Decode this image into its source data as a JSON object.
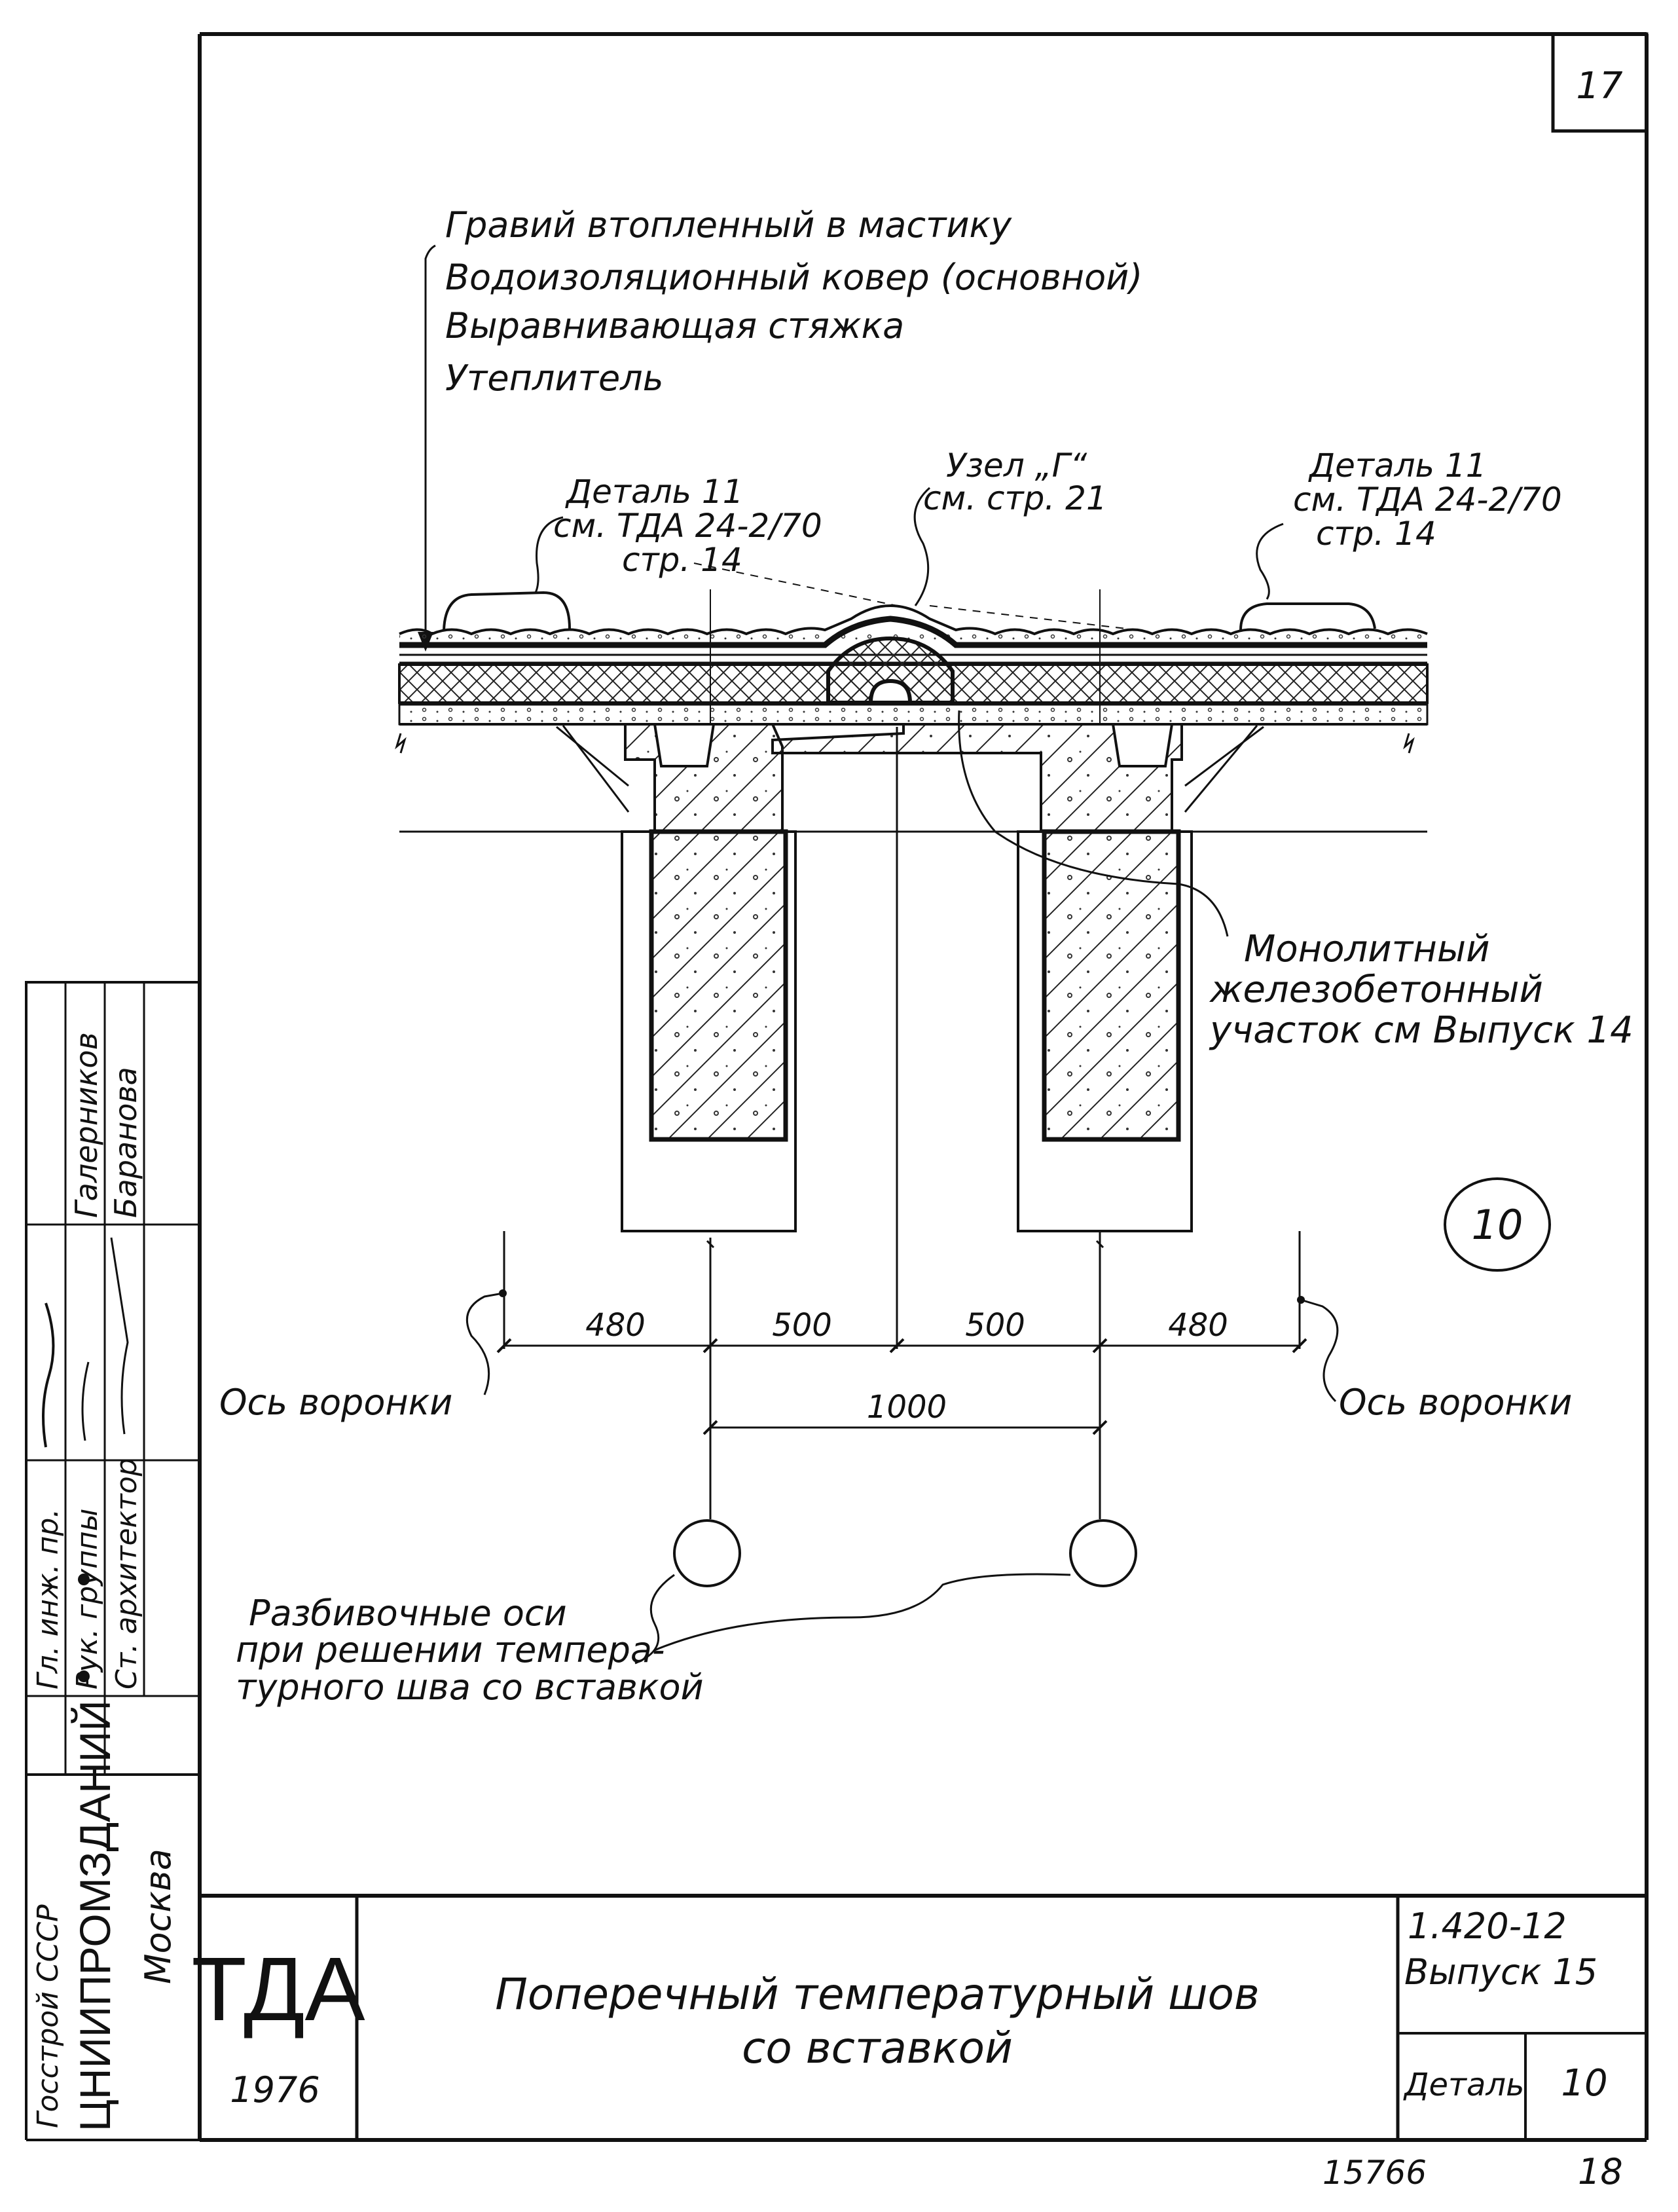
{
  "page_number": "17",
  "layers": {
    "gravel": "Гравий втопленный в мастику",
    "membrane": "Водоизоляционный ковер (основной)",
    "screed": "Выравнивающая стяжка",
    "insulation": "Утеплитель"
  },
  "callouts": {
    "detail_left": [
      "Деталь 11",
      "см. ТДА 24-2/70",
      "стр. 14"
    ],
    "node": [
      "Узел „Г“",
      "см. стр. 21"
    ],
    "detail_right": [
      "Деталь 11",
      "см. ТДА 24-2/70",
      "стр. 14"
    ],
    "monolith": [
      "Монолитный",
      "железобетонный",
      "участок см Выпуск 14"
    ],
    "axis_left": "Ось воронки",
    "axis_right": "Ось воронки",
    "layout_axes": [
      "Разбивочные оси",
      "при решении темпера-",
      "турного шва со вставкой"
    ],
    "detail_mark": "10"
  },
  "dimensions": {
    "d1": "480",
    "d2": "500",
    "d3": "500",
    "d4": "480",
    "d5": "1000"
  },
  "side_stamp": {
    "rows": [
      [
        "Гл. инж. пр.",
        "",
        "Галерников"
      ],
      [
        "Рук. группы",
        "",
        "Баранова"
      ],
      [
        "Ст. архитектор",
        "",
        ""
      ]
    ],
    "org_top": "Госстрой СССР",
    "org_main": "ЦНИИПРОМЗДАНИЙ",
    "org_city": "Москва"
  },
  "title_block": {
    "series": "ТДА",
    "year": "1976",
    "title_line1": "Поперечный температурный шов",
    "title_line2": "со вставкой",
    "doc_code": "1.420-12",
    "issue": "Выпуск 15",
    "detail_label": "Деталь",
    "detail_value": "10"
  },
  "footer": {
    "left": "15766",
    "right": "18"
  }
}
